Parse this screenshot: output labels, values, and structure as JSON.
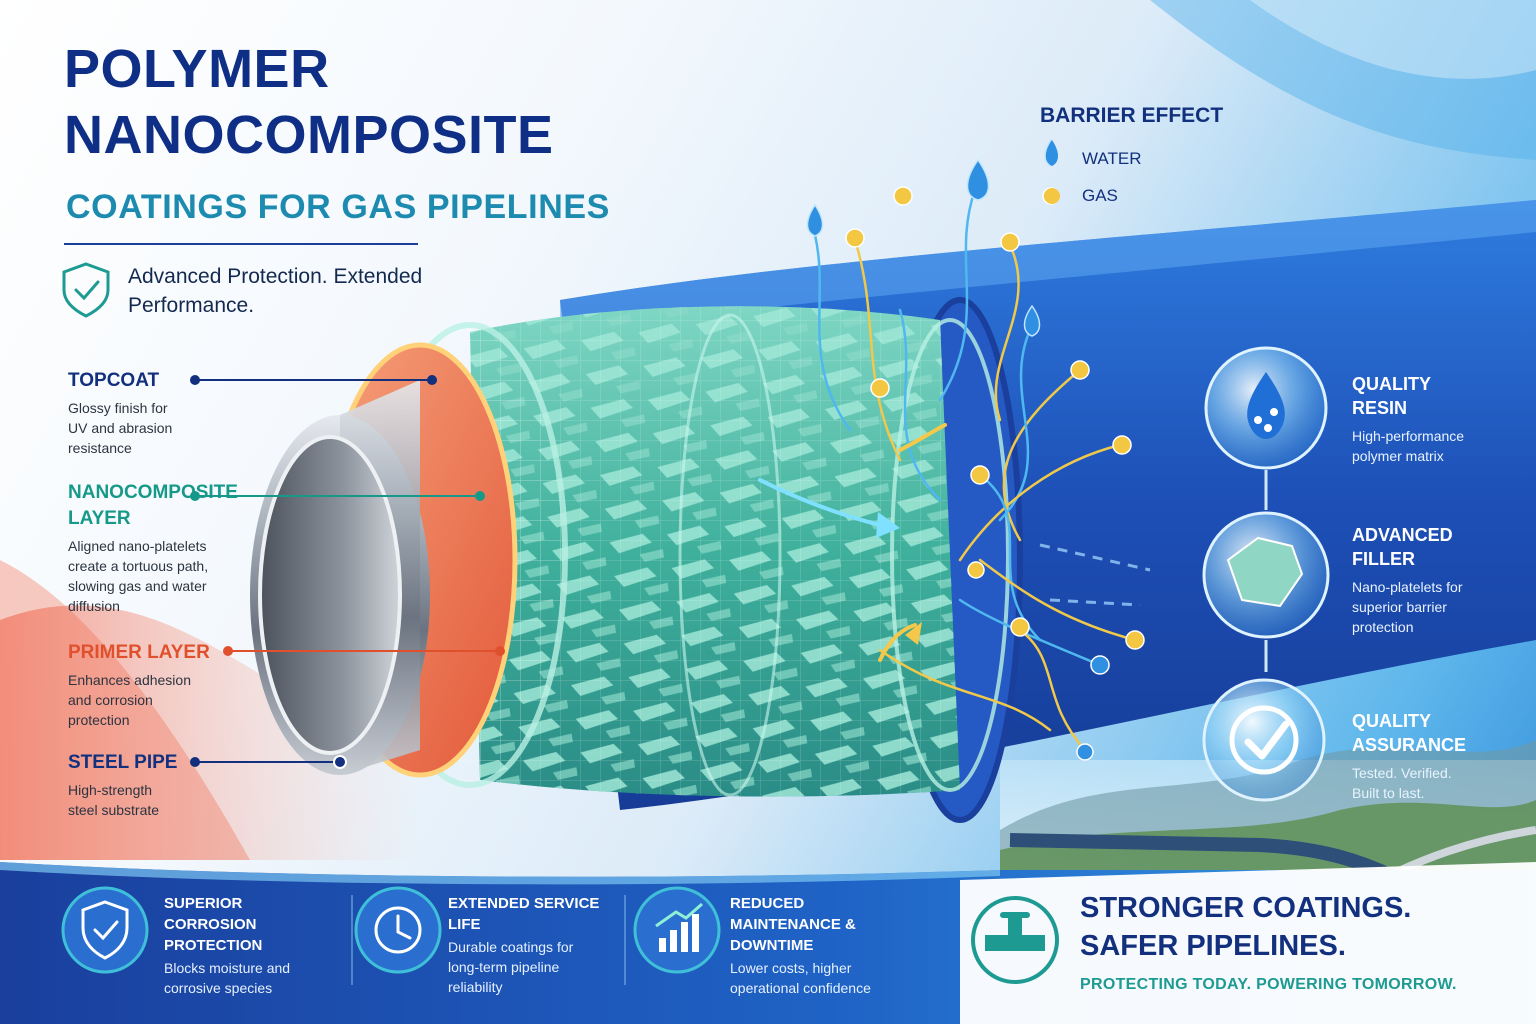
{
  "header": {
    "title_line1": "POLYMER",
    "title_line2": "NANOCOMPOSITE",
    "subtitle": "COATINGS FOR GAS PIPELINES",
    "tagline": "Advanced Protection. Extended Performance."
  },
  "layers": [
    {
      "title": "TOPCOAT",
      "desc": "Glossy finish for UV and abrasion resistance"
    },
    {
      "title": "NANOCOMPOSITE LAYER",
      "desc": "Aligned nano-platelets create a tortuous path, slowing gas and water diffusion"
    },
    {
      "title": "PRIMER LAYER",
      "desc": "Enhances adhesion and corrosion protection"
    },
    {
      "title": "STEEL PIPE",
      "desc": "High-strength steel substrate"
    }
  ],
  "barrier": {
    "title": "BARRIER EFFECT",
    "water": "WATER",
    "gas": "GAS"
  },
  "features": [
    {
      "title": "QUALITY RESIN",
      "desc": "High-performance polymer matrix",
      "icon": "droplet-molecule-icon"
    },
    {
      "title": "ADVANCED FILLER",
      "desc": "Nano-platelets for superior barrier protection",
      "icon": "platelet-icon"
    },
    {
      "title": "QUALITY ASSURANCE",
      "desc": "Tested. Verified. Built to last.",
      "icon": "checkmark-icon"
    }
  ],
  "benefits": [
    {
      "title": "SUPERIOR CORROSION PROTECTION",
      "desc": "Blocks moisture and corrosive species",
      "icon": "shield-check-icon"
    },
    {
      "title": "EXTENDED SERVICE LIFE",
      "desc": "Durable coatings for long-term pipeline reliability",
      "icon": "clock-icon"
    },
    {
      "title": "REDUCED MAINTENANCE & DOWNTIME",
      "desc": "Lower costs, higher operational confidence",
      "icon": "growth-chart-icon"
    }
  ],
  "cta": {
    "line1": "STRONGER COATINGS.",
    "line2": "SAFER PIPELINES.",
    "tagline": "PROTECTING TODAY. POWERING TOMORROW."
  },
  "colors": {
    "navy": "#12307e",
    "teal": "#17998a",
    "orange": "#e1502c",
    "blue": "#1f5fc7"
  }
}
